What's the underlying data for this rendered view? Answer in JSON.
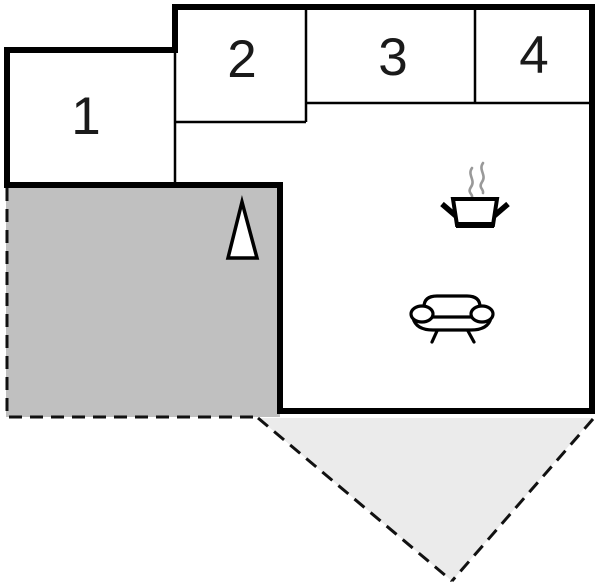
{
  "floorplan": {
    "rooms": [
      {
        "id": "room-1",
        "label": "1"
      },
      {
        "id": "room-2",
        "label": "2"
      },
      {
        "id": "room-3",
        "label": "3"
      },
      {
        "id": "room-4",
        "label": "4"
      }
    ],
    "icons": [
      "cooking-pot-icon",
      "steam-icon",
      "sofa-icon",
      "triangle-marker-icon"
    ],
    "colors": {
      "wall": "#000000",
      "terrace_fill": "#c0c0c0",
      "garden_fill": "#ebebeb",
      "marker_fill": "#ffffff",
      "steam": "#999999",
      "background": "#ffffff"
    }
  }
}
